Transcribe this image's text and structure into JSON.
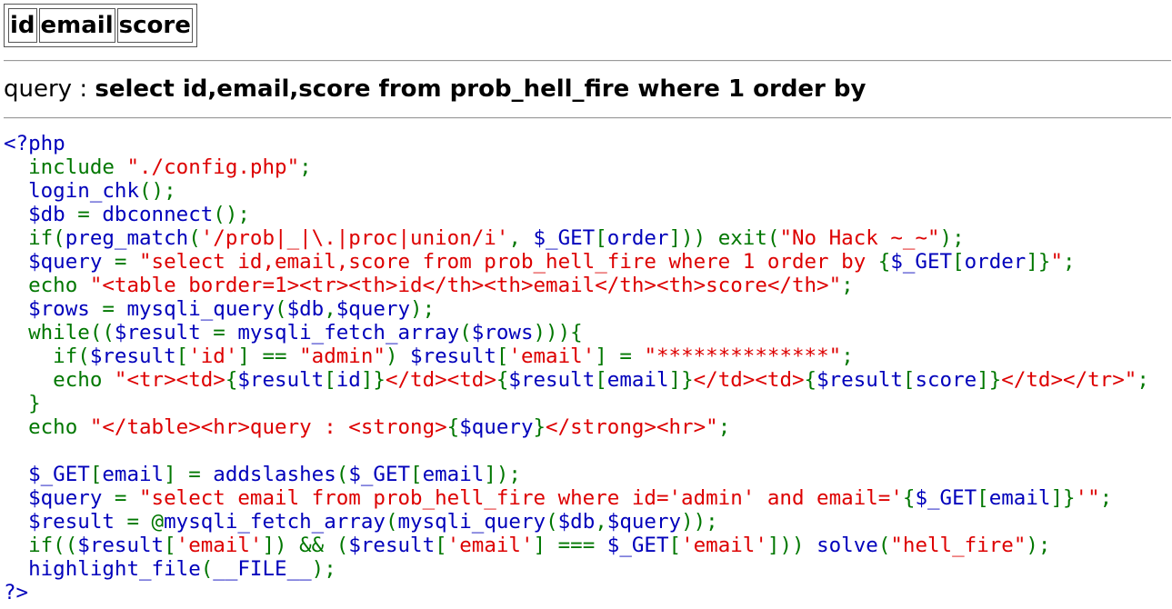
{
  "table": {
    "headers": [
      "id",
      "email",
      "score"
    ]
  },
  "query": {
    "label": "query : ",
    "text": "select id,email,score from prob_hell_fire where 1 order by"
  },
  "code": {
    "lines": [
      [
        [
          "var",
          "<?php"
        ]
      ],
      [
        [
          "def",
          "  include "
        ],
        [
          "str",
          "\"./config.php\""
        ],
        [
          "def",
          ";"
        ]
      ],
      [
        [
          "var",
          "  login_chk"
        ],
        [
          "def",
          "();"
        ]
      ],
      [
        [
          "var",
          "  $db "
        ],
        [
          "def",
          "= "
        ],
        [
          "var",
          "dbconnect"
        ],
        [
          "def",
          "();"
        ]
      ],
      [
        [
          "def",
          "  if("
        ],
        [
          "var",
          "preg_match"
        ],
        [
          "def",
          "("
        ],
        [
          "str",
          "'/prob|_|\\.|proc|union/i'"
        ],
        [
          "def",
          ", "
        ],
        [
          "var",
          "$_GET"
        ],
        [
          "def",
          "["
        ],
        [
          "var",
          "order"
        ],
        [
          "def",
          "])) exit("
        ],
        [
          "str",
          "\"No Hack ~_~\""
        ],
        [
          "def",
          ");"
        ]
      ],
      [
        [
          "var",
          "  $query "
        ],
        [
          "def",
          "= "
        ],
        [
          "str",
          "\"select id,email,score from prob_hell_fire where 1 order by "
        ],
        [
          "def",
          "{"
        ],
        [
          "var",
          "$_GET"
        ],
        [
          "def",
          "["
        ],
        [
          "var",
          "order"
        ],
        [
          "def",
          "]}"
        ],
        [
          "str",
          "\""
        ],
        [
          "def",
          ";"
        ]
      ],
      [
        [
          "def",
          "  echo "
        ],
        [
          "str",
          "\"<table border=1><tr><th>id</th><th>email</th><th>score</th>\""
        ],
        [
          "def",
          ";"
        ]
      ],
      [
        [
          "var",
          "  $rows "
        ],
        [
          "def",
          "= "
        ],
        [
          "var",
          "mysqli_query"
        ],
        [
          "def",
          "("
        ],
        [
          "var",
          "$db"
        ],
        [
          "def",
          ","
        ],
        [
          "var",
          "$query"
        ],
        [
          "def",
          ");"
        ]
      ],
      [
        [
          "def",
          "  while(("
        ],
        [
          "var",
          "$result "
        ],
        [
          "def",
          "= "
        ],
        [
          "var",
          "mysqli_fetch_array"
        ],
        [
          "def",
          "("
        ],
        [
          "var",
          "$rows"
        ],
        [
          "def",
          "))){"
        ]
      ],
      [
        [
          "def",
          "    if("
        ],
        [
          "var",
          "$result"
        ],
        [
          "def",
          "["
        ],
        [
          "str",
          "'id'"
        ],
        [
          "def",
          "] == "
        ],
        [
          "str",
          "\"admin\""
        ],
        [
          "def",
          ") "
        ],
        [
          "var",
          "$result"
        ],
        [
          "def",
          "["
        ],
        [
          "str",
          "'email'"
        ],
        [
          "def",
          "] = "
        ],
        [
          "str",
          "\"**************\""
        ],
        [
          "def",
          ";"
        ]
      ],
      [
        [
          "def",
          "    echo "
        ],
        [
          "str",
          "\"<tr><td>"
        ],
        [
          "def",
          "{"
        ],
        [
          "var",
          "$result"
        ],
        [
          "def",
          "["
        ],
        [
          "var",
          "id"
        ],
        [
          "def",
          "]}"
        ],
        [
          "str",
          "</td><td>"
        ],
        [
          "def",
          "{"
        ],
        [
          "var",
          "$result"
        ],
        [
          "def",
          "["
        ],
        [
          "var",
          "email"
        ],
        [
          "def",
          "]}"
        ],
        [
          "str",
          "</td><td>"
        ],
        [
          "def",
          "{"
        ],
        [
          "var",
          "$result"
        ],
        [
          "def",
          "["
        ],
        [
          "var",
          "score"
        ],
        [
          "def",
          "]}"
        ],
        [
          "str",
          "</td></tr>\""
        ],
        [
          "def",
          ";"
        ]
      ],
      [
        [
          "def",
          "  }"
        ]
      ],
      [
        [
          "def",
          "  echo "
        ],
        [
          "str",
          "\"</table><hr>query : <strong>"
        ],
        [
          "def",
          "{"
        ],
        [
          "var",
          "$query"
        ],
        [
          "def",
          "}"
        ],
        [
          "str",
          "</strong><hr>\""
        ],
        [
          "def",
          ";"
        ]
      ],
      [
        [
          "def",
          ""
        ]
      ],
      [
        [
          "var",
          "  $_GET"
        ],
        [
          "def",
          "["
        ],
        [
          "var",
          "email"
        ],
        [
          "def",
          "] = "
        ],
        [
          "var",
          "addslashes"
        ],
        [
          "def",
          "("
        ],
        [
          "var",
          "$_GET"
        ],
        [
          "def",
          "["
        ],
        [
          "var",
          "email"
        ],
        [
          "def",
          "]);"
        ]
      ],
      [
        [
          "var",
          "  $query "
        ],
        [
          "def",
          "= "
        ],
        [
          "str",
          "\"select email from prob_hell_fire where id='admin' and email='"
        ],
        [
          "def",
          "{"
        ],
        [
          "var",
          "$_GET"
        ],
        [
          "def",
          "["
        ],
        [
          "var",
          "email"
        ],
        [
          "def",
          "]}"
        ],
        [
          "str",
          "'\""
        ],
        [
          "def",
          ";"
        ]
      ],
      [
        [
          "var",
          "  $result "
        ],
        [
          "def",
          "= @"
        ],
        [
          "var",
          "mysqli_fetch_array"
        ],
        [
          "def",
          "("
        ],
        [
          "var",
          "mysqli_query"
        ],
        [
          "def",
          "("
        ],
        [
          "var",
          "$db"
        ],
        [
          "def",
          ","
        ],
        [
          "var",
          "$query"
        ],
        [
          "def",
          "));"
        ]
      ],
      [
        [
          "def",
          "  if(("
        ],
        [
          "var",
          "$result"
        ],
        [
          "def",
          "["
        ],
        [
          "str",
          "'email'"
        ],
        [
          "def",
          "]) && ("
        ],
        [
          "var",
          "$result"
        ],
        [
          "def",
          "["
        ],
        [
          "str",
          "'email'"
        ],
        [
          "def",
          "] === "
        ],
        [
          "var",
          "$_GET"
        ],
        [
          "def",
          "["
        ],
        [
          "str",
          "'email'"
        ],
        [
          "def",
          "])) "
        ],
        [
          "var",
          "solve"
        ],
        [
          "def",
          "("
        ],
        [
          "str",
          "\"hell_fire\""
        ],
        [
          "def",
          ");"
        ]
      ],
      [
        [
          "var",
          "  highlight_file"
        ],
        [
          "def",
          "("
        ],
        [
          "var",
          "__FILE__"
        ],
        [
          "def",
          ");"
        ]
      ],
      [
        [
          "var",
          "?>"
        ]
      ]
    ]
  },
  "colors": {
    "default": "#007700",
    "string": "#dd0000",
    "variable": "#0000bb"
  }
}
